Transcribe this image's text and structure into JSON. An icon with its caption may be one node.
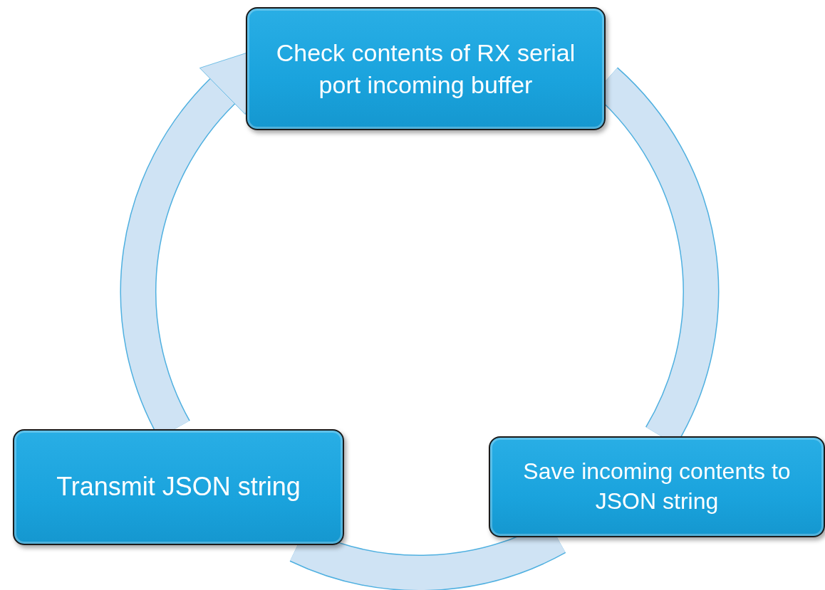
{
  "diagram": {
    "nodes": [
      {
        "text": [
          "Check contents of RX serial port incoming buffer"
        ]
      },
      {
        "text": [
          "Save incoming contents to JSON string"
        ]
      },
      {
        "text": [
          "Transmit JSON string"
        ]
      }
    ],
    "edges": [
      {
        "from": 0,
        "to": 1,
        "arrow": "none"
      },
      {
        "from": 1,
        "to": 2,
        "arrow": "none"
      },
      {
        "from": 2,
        "to": 0,
        "arrow": "to"
      }
    ]
  }
}
